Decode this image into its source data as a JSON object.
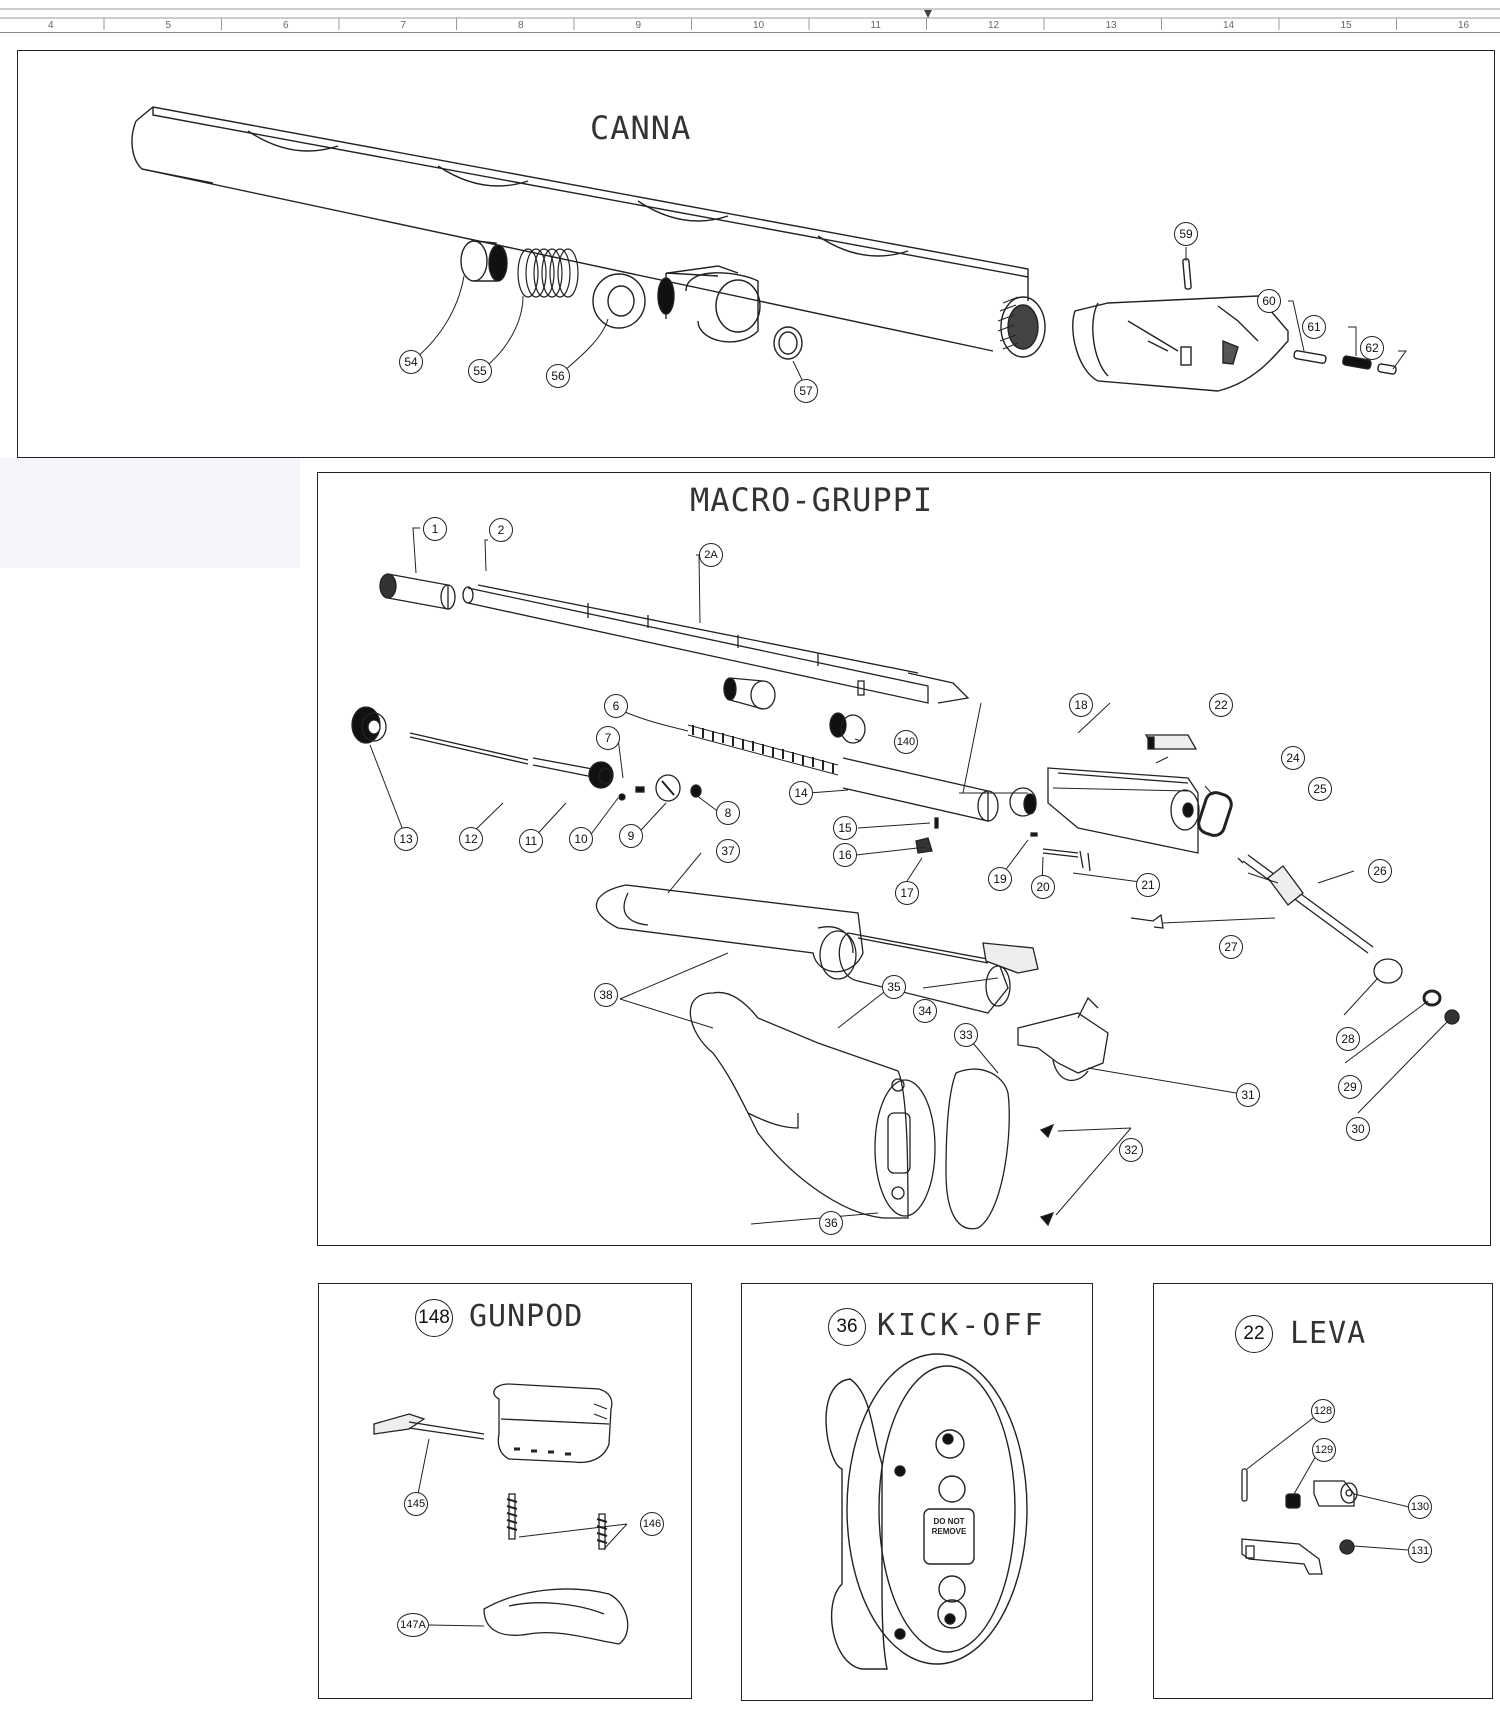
{
  "ruler": {
    "ticks": [
      "4",
      "5",
      "6",
      "7",
      "8",
      "9",
      "10",
      "11",
      "12",
      "13",
      "14",
      "15",
      "16"
    ]
  },
  "sections": {
    "canna": {
      "title": "CANNA",
      "callouts": [
        "54",
        "55",
        "56",
        "57",
        "59",
        "60",
        "61",
        "62"
      ]
    },
    "macro": {
      "title": "MACRO-GRUPPI",
      "callouts": [
        "1",
        "2",
        "2A",
        "6",
        "7",
        "8",
        "9",
        "10",
        "11",
        "12",
        "13",
        "14",
        "140",
        "15",
        "16",
        "17",
        "18",
        "19",
        "20",
        "21",
        "22",
        "24",
        "25",
        "26",
        "27",
        "28",
        "29",
        "30",
        "31",
        "32",
        "33",
        "34",
        "35",
        "36",
        "37",
        "38"
      ]
    },
    "gunpod": {
      "number": "148",
      "title": "GUNPOD",
      "callouts": [
        "145",
        "146",
        "147A"
      ]
    },
    "kickoff": {
      "number": "36",
      "title": "KICK-OFF",
      "pad_text": "DO NOT REMOVE"
    },
    "leva": {
      "number": "22",
      "title": "LEVA",
      "callouts": [
        "128",
        "129",
        "130",
        "131"
      ]
    }
  }
}
